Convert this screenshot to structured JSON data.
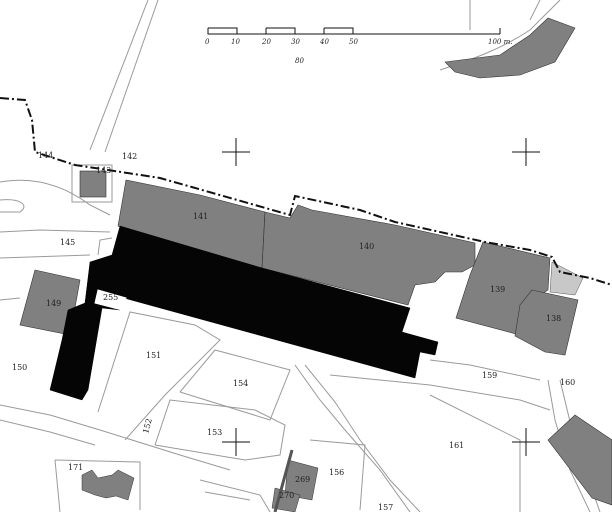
{
  "scale_bar": {
    "ticks": [
      "0",
      "10",
      "20",
      "30",
      "40",
      "50"
    ],
    "end_label": "100 m.",
    "sub_label": "80"
  },
  "parcels": {
    "p141": "141",
    "p140": "140",
    "p139": "139",
    "p138": "138",
    "p142": "142",
    "p143": "143",
    "p144": "144",
    "p145": "145",
    "p149": "149",
    "p150": "150",
    "p151": "151",
    "p152": "152",
    "p153": "153",
    "p154": "154",
    "p155": "255",
    "p156": "156",
    "p157": "157",
    "p159": "159",
    "p160": "160",
    "p161": "161",
    "p171": "171",
    "p269": "269",
    "p270": "270"
  },
  "colors": {
    "black_building": "#050505",
    "grey_building": "#808080",
    "light_grey": "#c8c8c8",
    "line": "#9a9a9a",
    "boundary": "#111111"
  }
}
